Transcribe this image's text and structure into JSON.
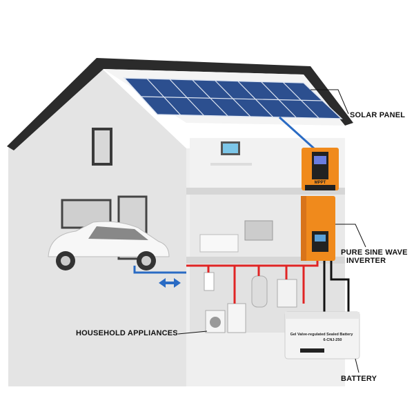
{
  "labels": {
    "solar_panel": "SOLAR PANEL",
    "inverter_line1": "PURE SINE WAVE",
    "inverter_line2": "INVERTER",
    "household_appliances": "HOUSEHOLD APPLIANCES",
    "battery": "BATTERY"
  },
  "devices": {
    "controller_brand": "MPPT",
    "battery_title": "Gel Valve-regulated Sealed Battery",
    "battery_model": "6-CNJ-250"
  },
  "colors": {
    "roof": "#2b2b2b",
    "solar_panel": "#2c4f8f",
    "device_orange": "#f08a1c",
    "ac_wire": "#e02424",
    "dc_wire": "#2a6bc4",
    "battery_wire": "#111111",
    "wall": "#e6e6e6"
  }
}
